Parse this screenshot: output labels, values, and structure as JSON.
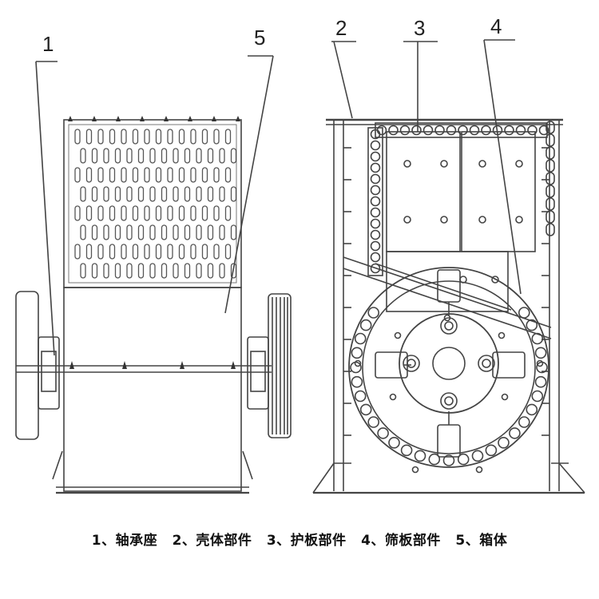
{
  "callouts": [
    "1",
    "5",
    "2",
    "3",
    "4"
  ],
  "caption": [
    "1、轴承座",
    "2、壳体部件",
    "3、护板部件",
    "4、筛板部件",
    "5、箱体"
  ]
}
